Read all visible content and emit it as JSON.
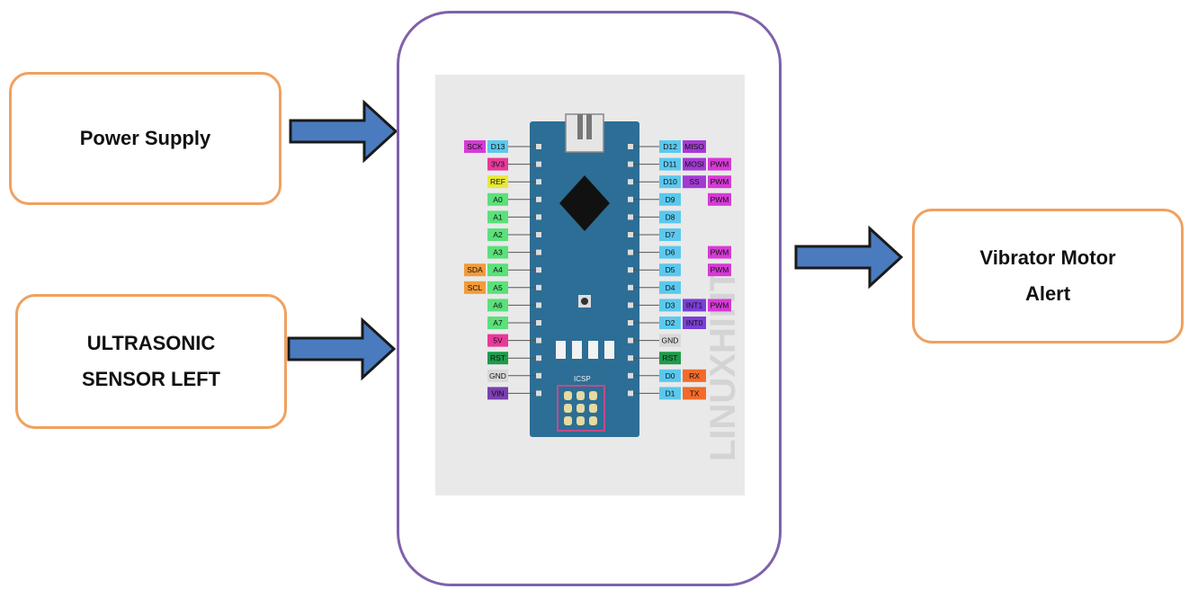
{
  "blocks": {
    "power": {
      "label": "Power Supply"
    },
    "sensor": {
      "line1": "ULTRASONIC",
      "line2": "SENSOR LEFT"
    },
    "output": {
      "line1": "Vibrator Motor",
      "line2": "Alert"
    }
  },
  "board": {
    "watermark": "LINUXHINT",
    "icsp_label": "ICSP",
    "left_pins": [
      {
        "pin": "D13",
        "tags": [
          {
            "t": "SCK",
            "c": "#d63ad6"
          }
        ]
      },
      {
        "pin": "3V3",
        "tags": []
      },
      {
        "pin": "REF",
        "tags": []
      },
      {
        "pin": "A0",
        "tags": []
      },
      {
        "pin": "A1",
        "tags": []
      },
      {
        "pin": "A2",
        "tags": []
      },
      {
        "pin": "A3",
        "tags": []
      },
      {
        "pin": "A4",
        "tags": [
          {
            "t": "SDA",
            "c": "#f29b3a"
          }
        ]
      },
      {
        "pin": "A5",
        "tags": [
          {
            "t": "SCL",
            "c": "#f29b3a"
          }
        ]
      },
      {
        "pin": "A6",
        "tags": []
      },
      {
        "pin": "A7",
        "tags": []
      },
      {
        "pin": "5V",
        "tags": []
      },
      {
        "pin": "RST",
        "tags": []
      },
      {
        "pin": "GND",
        "tags": []
      },
      {
        "pin": "VIN",
        "tags": []
      }
    ],
    "left_colors": [
      "#5bc8ee",
      "#e8399a",
      "#e8e83a",
      "#5be07a",
      "#5be07a",
      "#5be07a",
      "#5be07a",
      "#5be07a",
      "#5be07a",
      "#5be07a",
      "#5be07a",
      "#e8399a",
      "#1f9a4a",
      "#d8d8d8",
      "#7a3fb0"
    ],
    "right_pins": [
      {
        "pin": "D12",
        "tags": [
          {
            "t": "MISO",
            "c": "#a43ad6"
          }
        ]
      },
      {
        "pin": "D11",
        "tags": [
          {
            "t": "MOSI",
            "c": "#a43ad6"
          },
          {
            "t": "PWM",
            "c": "#d63ad6"
          }
        ]
      },
      {
        "pin": "D10",
        "tags": [
          {
            "t": "SS",
            "c": "#a43ad6"
          },
          {
            "t": "PWM",
            "c": "#d63ad6"
          }
        ]
      },
      {
        "pin": "D9",
        "tags": [
          {
            "t": "",
            "c": ""
          },
          {
            "t": "PWM",
            "c": "#d63ad6"
          }
        ]
      },
      {
        "pin": "D8",
        "tags": []
      },
      {
        "pin": "D7",
        "tags": []
      },
      {
        "pin": "D6",
        "tags": [
          {
            "t": "",
            "c": ""
          },
          {
            "t": "PWM",
            "c": "#d63ad6"
          }
        ]
      },
      {
        "pin": "D5",
        "tags": [
          {
            "t": "",
            "c": ""
          },
          {
            "t": "PWM",
            "c": "#d63ad6"
          }
        ]
      },
      {
        "pin": "D4",
        "tags": []
      },
      {
        "pin": "D3",
        "tags": [
          {
            "t": "INT1",
            "c": "#7a3fd6"
          },
          {
            "t": "PWM",
            "c": "#d63ad6"
          }
        ]
      },
      {
        "pin": "D2",
        "tags": [
          {
            "t": "INT0",
            "c": "#7a3fd6"
          }
        ]
      },
      {
        "pin": "GND",
        "tags": []
      },
      {
        "pin": "RST",
        "tags": []
      },
      {
        "pin": "D0",
        "tags": [
          {
            "t": "RX",
            "c": "#f26b2a"
          }
        ]
      },
      {
        "pin": "D1",
        "tags": [
          {
            "t": "TX",
            "c": "#f26b2a"
          }
        ]
      }
    ],
    "right_colors": [
      "#5bc8ee",
      "#5bc8ee",
      "#5bc8ee",
      "#5bc8ee",
      "#5bc8ee",
      "#5bc8ee",
      "#5bc8ee",
      "#5bc8ee",
      "#5bc8ee",
      "#5bc8ee",
      "#5bc8ee",
      "#d8d8d8",
      "#1f9a4a",
      "#5bc8ee",
      "#5bc8ee"
    ],
    "board_color": "#2c6e95"
  },
  "colors": {
    "box_border": "#f0a15f",
    "center_border": "#7f62aa",
    "arrow_fill": "#4a7bbf",
    "arrow_stroke": "#1a1a1a"
  }
}
